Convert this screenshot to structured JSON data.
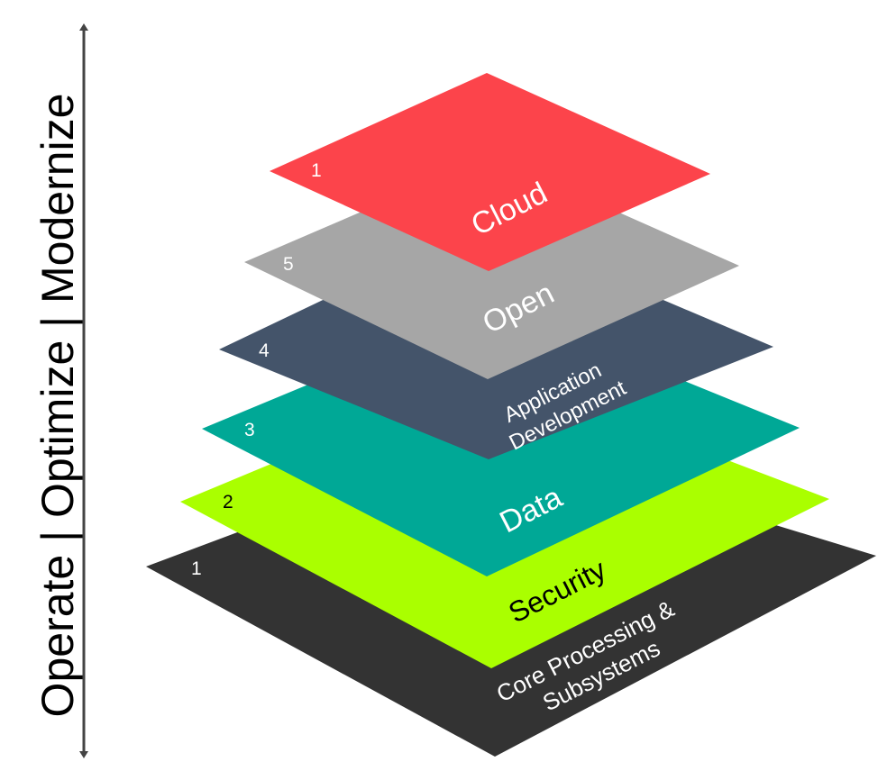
{
  "axis": {
    "label": "Operate | Optimize | Modernize",
    "color": "#444444"
  },
  "layers": [
    {
      "id": "core",
      "number": "1",
      "label_lines": [
        "Core Processing &",
        "Subsystems"
      ],
      "color": "#333333",
      "text_color": "#ffffff",
      "number_color": "#ffffff"
    },
    {
      "id": "security",
      "number": "2",
      "label_lines": [
        "Security"
      ],
      "color": "#aaff00",
      "text_color": "#000000",
      "number_color": "#000000"
    },
    {
      "id": "data",
      "number": "3",
      "label_lines": [
        "Data"
      ],
      "color": "#00a896",
      "text_color": "#ffffff",
      "number_color": "#ffffff"
    },
    {
      "id": "appdev",
      "number": "4",
      "label_lines": [
        "Application",
        "Development"
      ],
      "color": "#44546a",
      "text_color": "#ffffff",
      "number_color": "#ffffff"
    },
    {
      "id": "open",
      "number": "5",
      "label_lines": [
        "Open"
      ],
      "color": "#a6a6a6",
      "text_color": "#ffffff",
      "number_color": "#ffffff"
    },
    {
      "id": "cloud",
      "number": "1",
      "label_lines": [
        "Cloud"
      ],
      "color": "#fc444b",
      "text_color": "#ffffff",
      "number_color": "#ffffff"
    }
  ]
}
